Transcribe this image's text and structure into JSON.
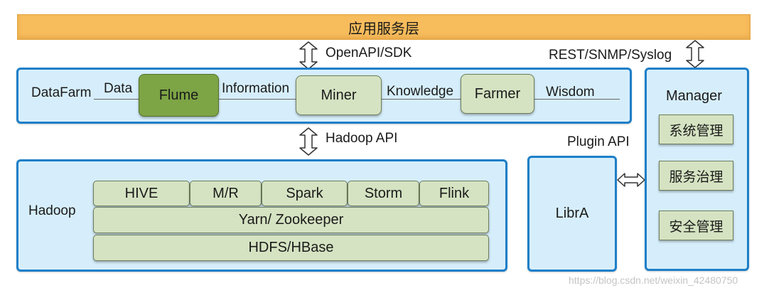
{
  "app_layer": {
    "label": "应用服务层"
  },
  "arrows": {
    "openapi": "OpenAPI/SDK",
    "rest": "REST/SNMP/Syslog",
    "hadoop_api": "Hadoop API",
    "plugin_api": "Plugin API"
  },
  "datafarm": {
    "title": "DataFarm",
    "labels": {
      "data": "Data",
      "information": "Information",
      "knowledge": "Knowledge",
      "wisdom": "Wisdom"
    },
    "nodes": {
      "flume": "Flume",
      "miner": "Miner",
      "farmer": "Farmer"
    }
  },
  "hadoop": {
    "title": "Hadoop",
    "top_row": [
      "HIVE",
      "M/R",
      "Spark",
      "Storm",
      "Flink"
    ],
    "yarn": "Yarn/ Zookeeper",
    "hdfs": "HDFS/HBase"
  },
  "libra": {
    "label": "LibrA"
  },
  "manager": {
    "title": "Manager",
    "items": [
      "系统管理",
      "服务治理",
      "安全管理"
    ]
  },
  "watermark": "https://blog.csdn.net/weixin_42480750",
  "colors": {
    "app_layer": "#f7bc5c",
    "panel_fill": "#d6eefb",
    "panel_border": "#1e7fc8",
    "node_fill": "#d5e3c2",
    "flume_fill": "#7da445"
  }
}
